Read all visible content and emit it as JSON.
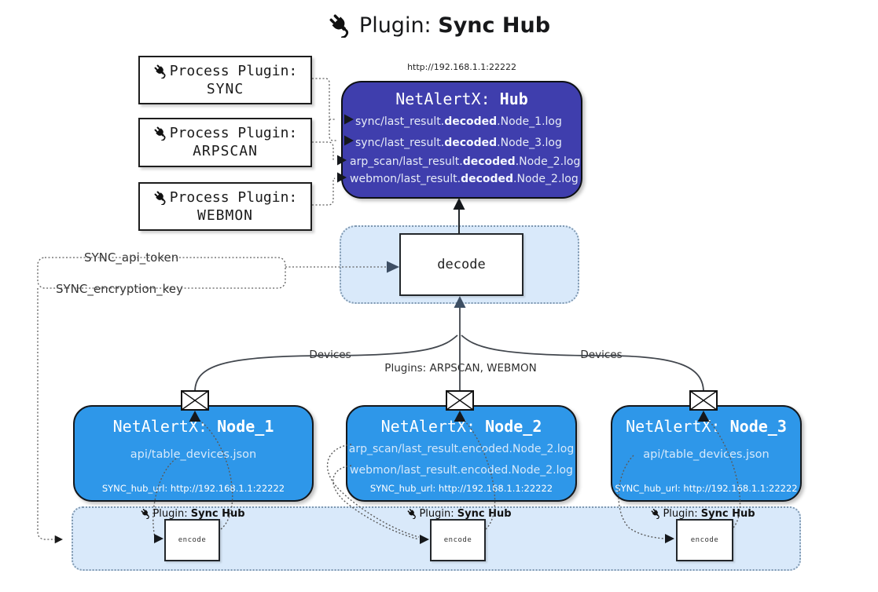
{
  "title": {
    "prefix": "Plugin:",
    "name": "Sync Hub"
  },
  "hub": {
    "url": "http://192.168.1.1:22222",
    "name_prefix": "NetAlertX:",
    "name": "Hub",
    "files": [
      {
        "pre": "sync/last_result.",
        "bold": "decoded",
        "post": ".Node_1.log"
      },
      {
        "pre": "sync/last_result.",
        "bold": "decoded",
        "post": ".Node_3.log"
      },
      {
        "pre": "arp_scan/last_result.",
        "bold": "decoded",
        "post": ".Node_2.log"
      },
      {
        "pre": "webmon/last_result.",
        "bold": "decoded",
        "post": ".Node_2.log"
      }
    ]
  },
  "process_plugins": [
    {
      "label": "Process Plugin:",
      "name": "SYNC"
    },
    {
      "label": "Process Plugin:",
      "name": "ARPSCAN"
    },
    {
      "label": "Process Plugin:",
      "name": "WEBMON"
    }
  ],
  "decode": {
    "label": "decode"
  },
  "config": {
    "api_token": "SYNC_api_token",
    "encryption_key": "SYNC_encryption_key"
  },
  "edge_labels": {
    "devices_left": "Devices",
    "plugins_center": "Plugins: ARPSCAN, WEBMON",
    "devices_right": "Devices"
  },
  "nodes": [
    {
      "name_prefix": "NetAlertX:",
      "name": "Node_1",
      "files": [
        "api/table_devices.json"
      ],
      "hub_url": "SYNC_hub_url: http://192.168.1.1:22222",
      "plugin_prefix": "Plugin:",
      "plugin_name": "Sync Hub",
      "encode_label": "encode"
    },
    {
      "name_prefix": "NetAlertX:",
      "name": "Node_2",
      "files": [
        "arp_scan/last_result.encoded.Node_2.log",
        "webmon/last_result.encoded.Node_2.log"
      ],
      "hub_url": "SYNC_hub_url: http://192.168.1.1:22222",
      "plugin_prefix": "Plugin:",
      "plugin_name": "Sync Hub",
      "encode_label": "encode"
    },
    {
      "name_prefix": "NetAlertX:",
      "name": "Node_3",
      "files": [
        "api/table_devices.json"
      ],
      "hub_url": "SYNC_hub_url: http://192.168.1.1:22222",
      "plugin_prefix": "Plugin:",
      "plugin_name": "Sync Hub",
      "encode_label": "encode"
    }
  ],
  "colors": {
    "hub_fill": "#3f3ead",
    "node_fill": "#2e97e9",
    "panel_fill": "#d9e9fa",
    "panel_border": "#7f98b0",
    "arrow_dark": "#15181c",
    "arrow_slate": "#3d4e63"
  }
}
